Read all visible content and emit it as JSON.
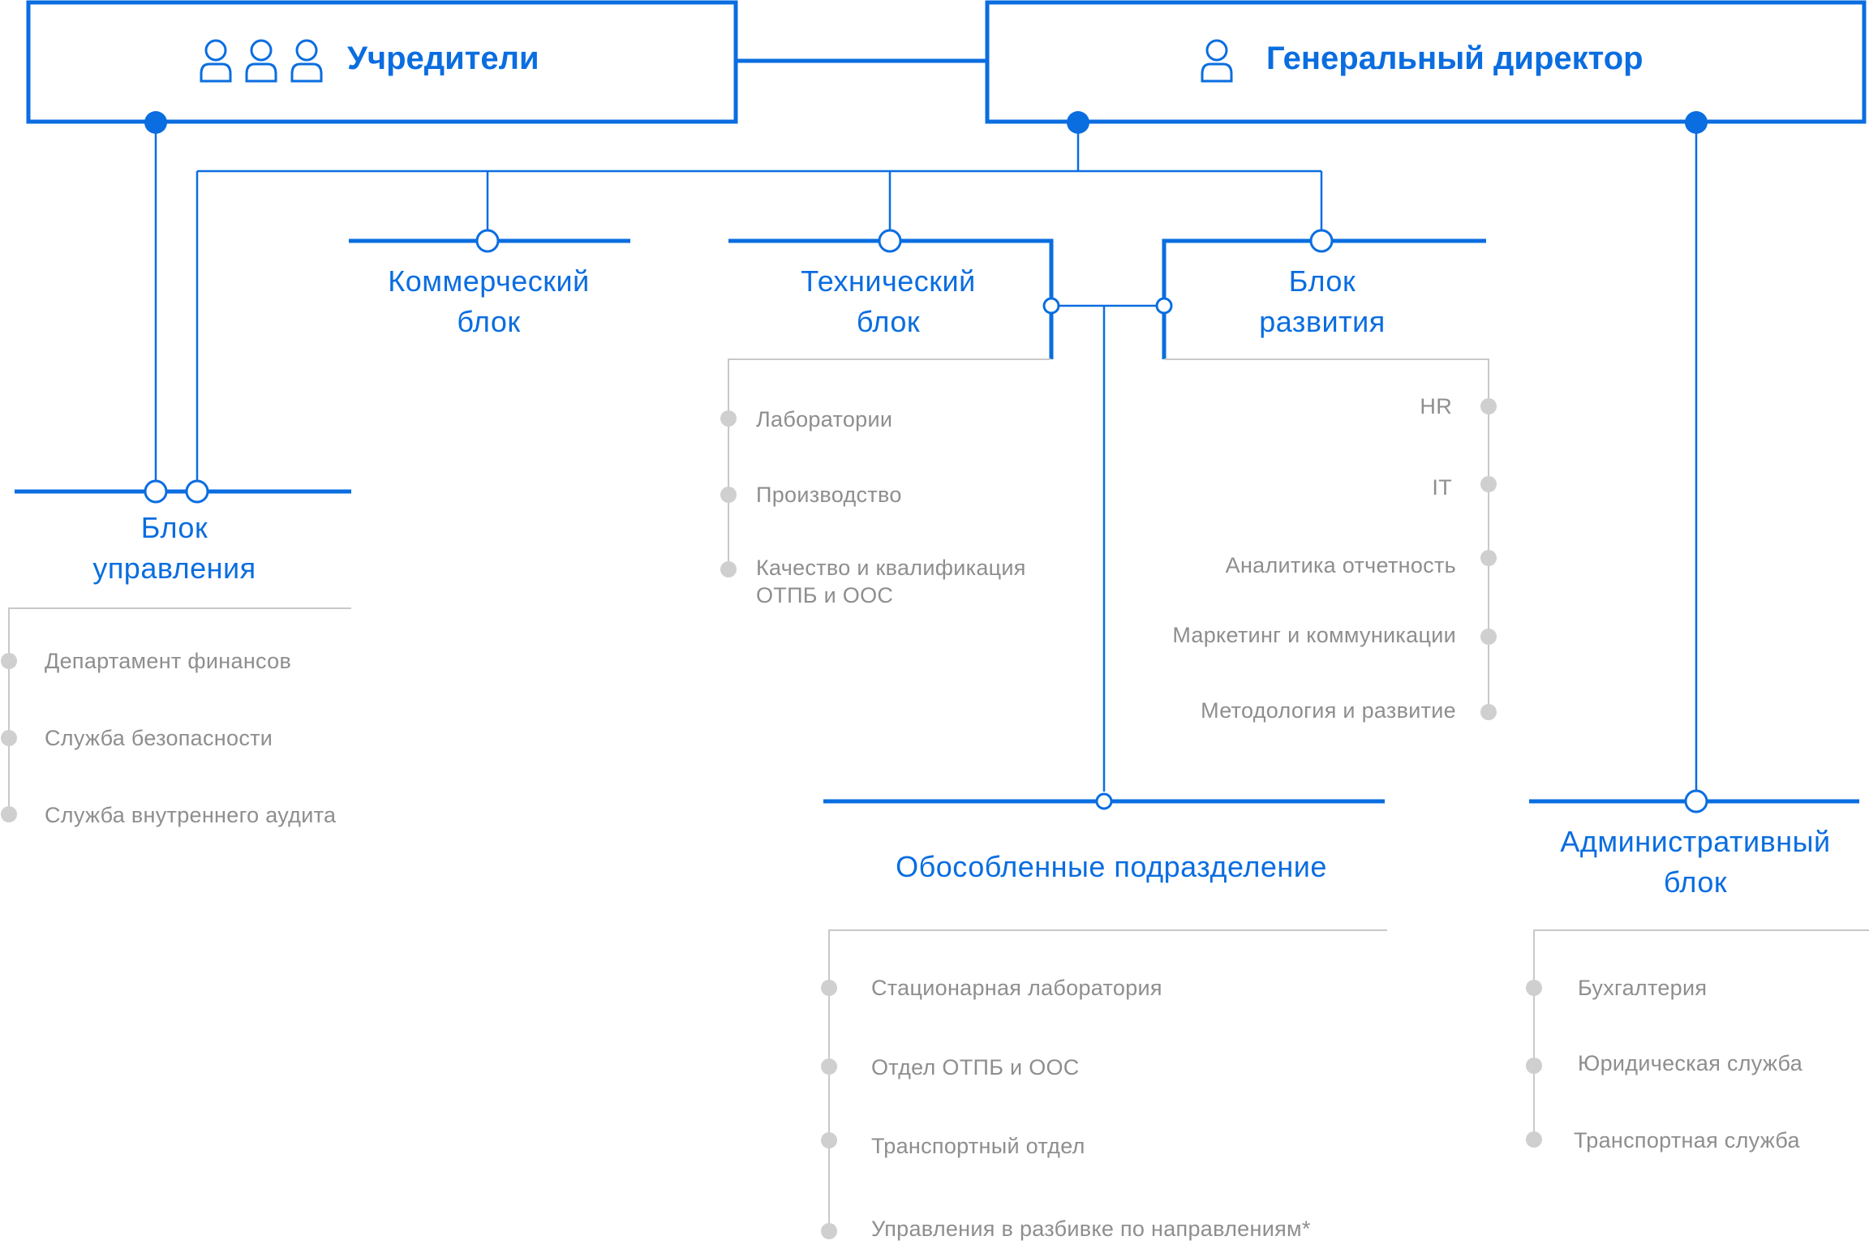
{
  "colors": {
    "accent": "#0a6de0",
    "muted_text": "#8e8e8e",
    "muted_line": "#c8c8c8",
    "muted_dot": "#cfcfcf"
  },
  "top": {
    "founders": {
      "label": "Учредители",
      "icon": "people-group-icon"
    },
    "director": {
      "label": "Генеральный директор",
      "icon": "person-icon"
    }
  },
  "blocks": {
    "management": {
      "title": "Блок\nуправления",
      "items": [
        "Департамент финансов",
        "Служба безопасности",
        "Служба внутреннего аудита"
      ]
    },
    "commercial": {
      "title": "Коммерческий\nблок"
    },
    "technical": {
      "title": "Технический\nблок",
      "items": [
        "Лаборатории",
        "Производство",
        "Качество и квалификация\nОТПБ и ООС"
      ]
    },
    "development": {
      "title": "Блок\nразвития",
      "items": [
        "HR",
        "IT",
        "Аналитика отчетность",
        "Маркетинг и коммуникации",
        "Методология и развитие"
      ]
    },
    "separate": {
      "title": "Обособленные подразделение",
      "items": [
        "Стационарная лаборатория",
        "Отдел ОТПБ и ООС",
        "Транспортный отдел",
        "Управления в разбивке по направлениям*"
      ]
    },
    "administrative": {
      "title": "Административный\nблок",
      "items": [
        "Бухгалтерия",
        "Юридическая служба",
        "Транспортная служба"
      ]
    }
  }
}
